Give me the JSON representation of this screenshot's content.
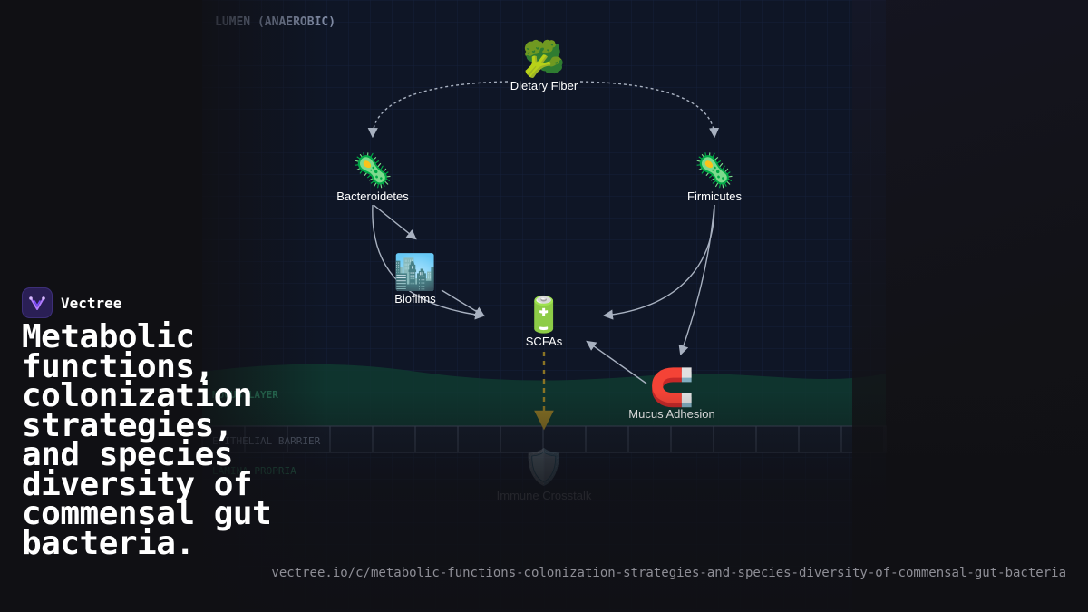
{
  "diagram": {
    "zones": {
      "lumen": "LUMEN (ANAEROBIC)",
      "mucus": "MUCUS LAYER",
      "epithelial": "EPITHELIAL BARRIER",
      "lamina": "LAMINA PROPRIA"
    },
    "nodes": {
      "fiber": {
        "label": "Dietary Fiber",
        "icon": "🥦"
      },
      "bacteroidetes": {
        "label": "Bacteroidetes",
        "icon": "🦠"
      },
      "firmicutes": {
        "label": "Firmicutes",
        "icon": "🦠"
      },
      "biofilms": {
        "label": "Biofilms",
        "icon": "🏙️"
      },
      "scfas": {
        "label": "SCFAs",
        "icon": "🔋"
      },
      "mucus_adhesion": {
        "label": "Mucus Adhesion",
        "icon": "🧲"
      },
      "immune": {
        "label": "Immune Crosstalk",
        "icon": "🛡️"
      }
    },
    "colors": {
      "panel": "#0f1626",
      "mucus": "#0f3a30",
      "edge": "#a8b1c0",
      "signal": "#c9a227"
    }
  },
  "brand": {
    "name": "Vectree"
  },
  "headline": "Metabolic functions, colonization strategies, and species diversity of commensal gut bacteria.",
  "url": "vectree.io/c/metabolic-functions-colonization-strategies-and-species-diversity-of-commensal-gut-bacteria"
}
